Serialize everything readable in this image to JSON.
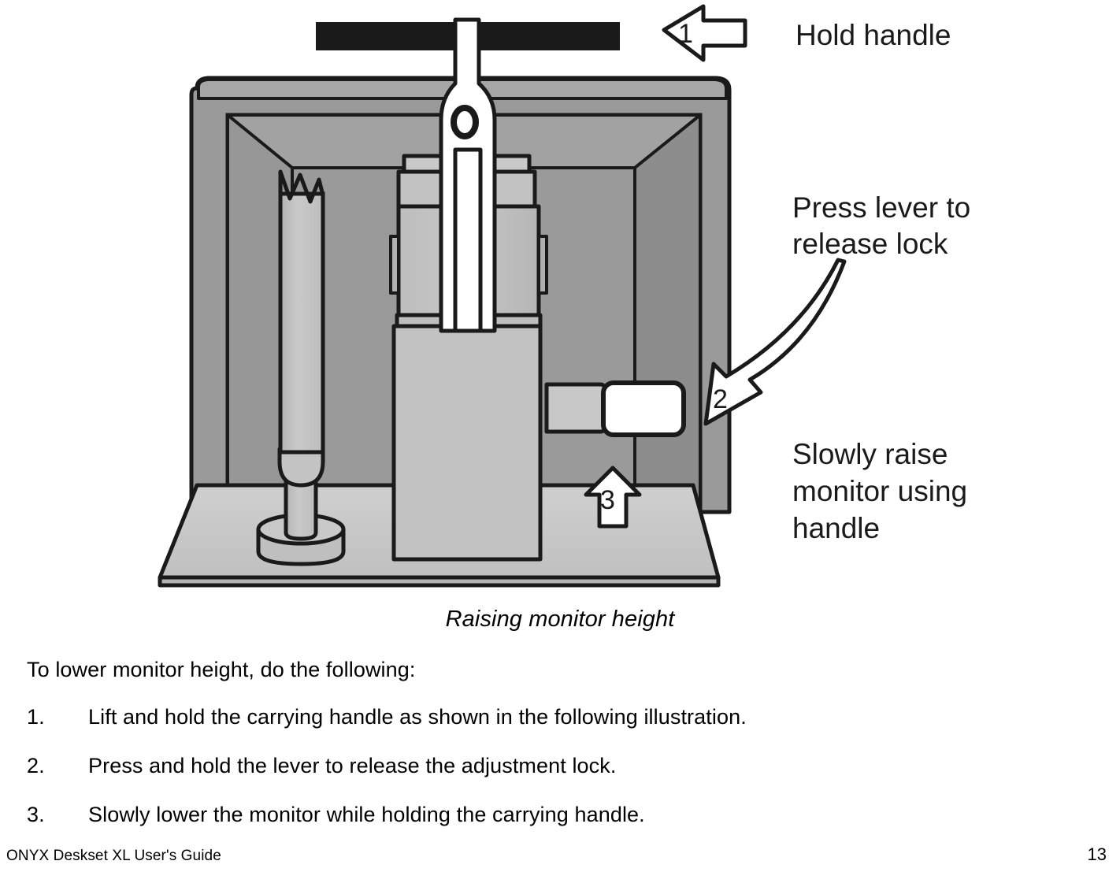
{
  "document": {
    "title": "ONYX Deskset XL User's Guide",
    "page_number": "13"
  },
  "figure": {
    "caption": "Raising monitor height",
    "alt_name": "raising-monitor-height-illustration",
    "colors": {
      "outline": "#1a1a1a",
      "monitor_back": "#9a9a9a",
      "monitor_inner": "#8f8f8f",
      "monitor_bevel_light": "#a5a5a5",
      "base_plate": "#c6c6c6",
      "column_light": "#c2c2c2",
      "column_mid": "#b5b5b5",
      "handle_white": "#ffffff",
      "handle_bar_black": "#1a1a1a",
      "lever_white": "#ffffff",
      "lever_gray": "#c8c8c8",
      "page_background": "#ffffff"
    },
    "callouts": [
      {
        "number": "1",
        "label": "Hold handle",
        "arrow": "left-arrow",
        "name": "callout-1-hold-handle"
      },
      {
        "number": "2",
        "label_lines": [
          "Press lever to",
          "release lock"
        ],
        "arrow": "curved-arrow",
        "name": "callout-2-press-lever"
      },
      {
        "number": "3",
        "label_lines": [
          "Slowly raise",
          "monitor using",
          "handle"
        ],
        "arrow": "up-arrow",
        "name": "callout-3-slowly-raise"
      }
    ]
  },
  "body": {
    "intro": "To lower monitor height, do the following:",
    "steps": [
      {
        "number": "1.",
        "text": "Lift and hold the carrying handle as shown in the following illustration."
      },
      {
        "number": "2.",
        "text": "Press and hold the lever to release the adjustment lock."
      },
      {
        "number": "3.",
        "text": "Slowly lower the monitor while holding the carrying handle."
      }
    ]
  }
}
